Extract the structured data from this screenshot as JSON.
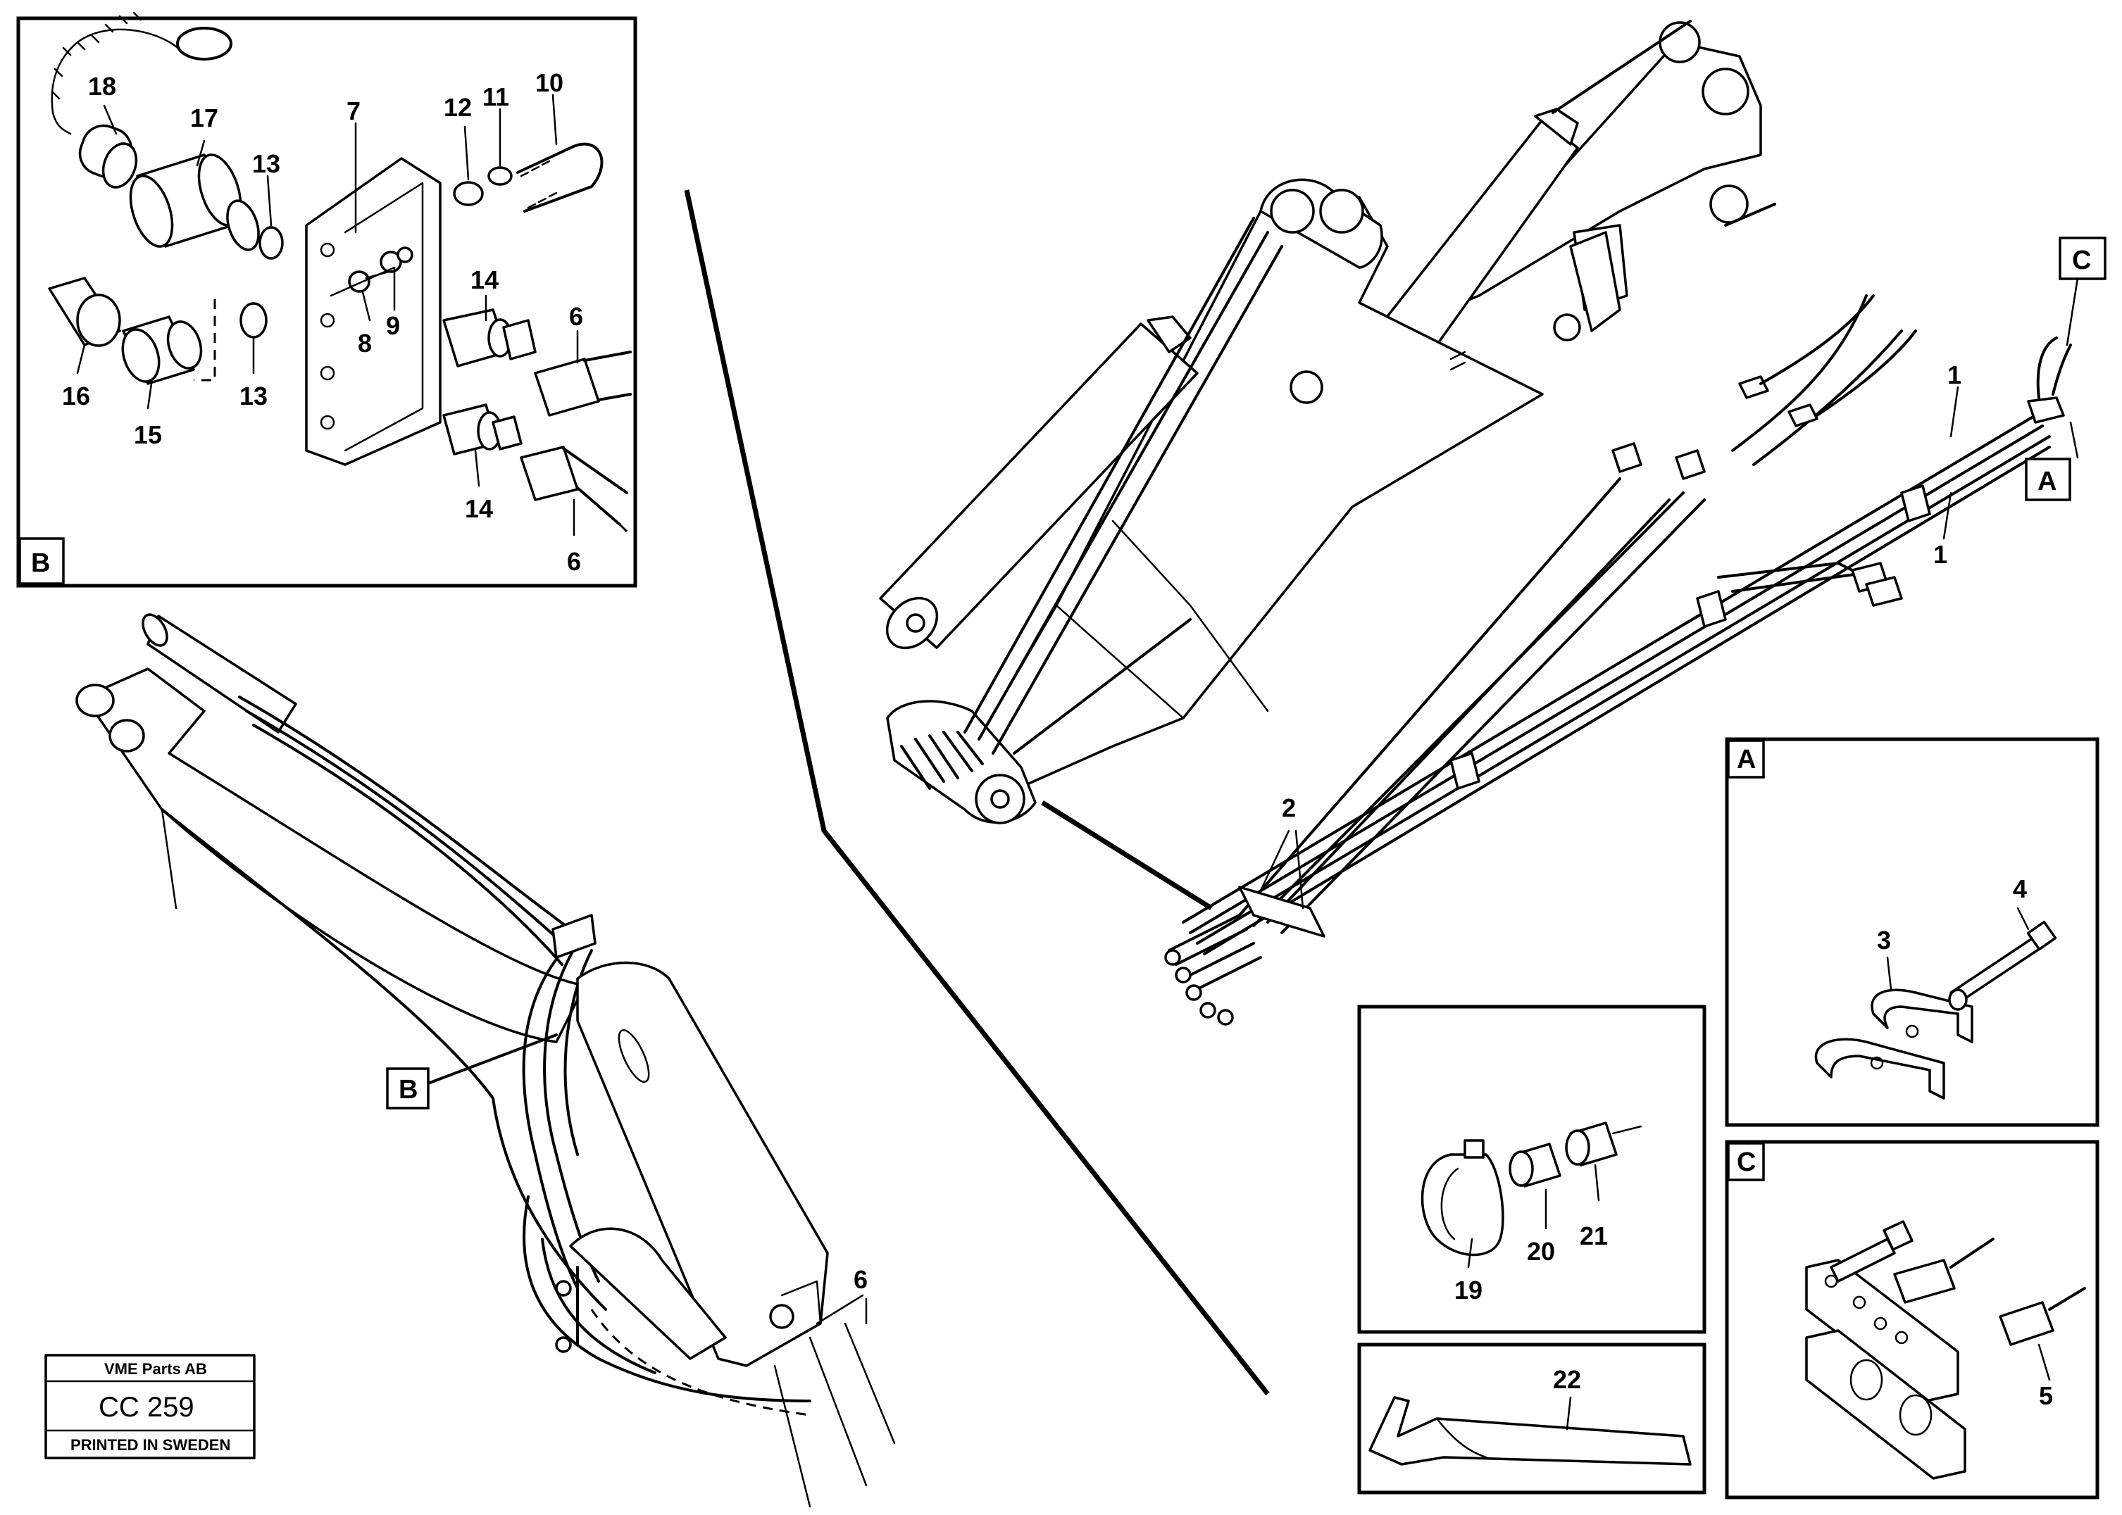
{
  "detail_views": {
    "b": {
      "label": "B"
    },
    "a": {
      "label": "A"
    },
    "c": {
      "label": "C"
    }
  },
  "callouts": {
    "b_ref": "B",
    "a_ref": "A",
    "c_ref": "C"
  },
  "part_numbers": {
    "n1": "1",
    "n2": "2",
    "n3": "3",
    "n4": "4",
    "n5": "5",
    "n6": "6",
    "n7": "7",
    "n8": "8",
    "n9": "9",
    "n10": "10",
    "n11": "11",
    "n12": "12",
    "n13": "13",
    "n14": "14",
    "n15": "15",
    "n16": "16",
    "n17": "17",
    "n18": "18",
    "n19": "19",
    "n20": "20",
    "n21": "21",
    "n22": "22"
  },
  "title_block": {
    "company": "VME Parts AB",
    "code": "CC 259",
    "printed": "PRINTED IN SWEDEN"
  }
}
